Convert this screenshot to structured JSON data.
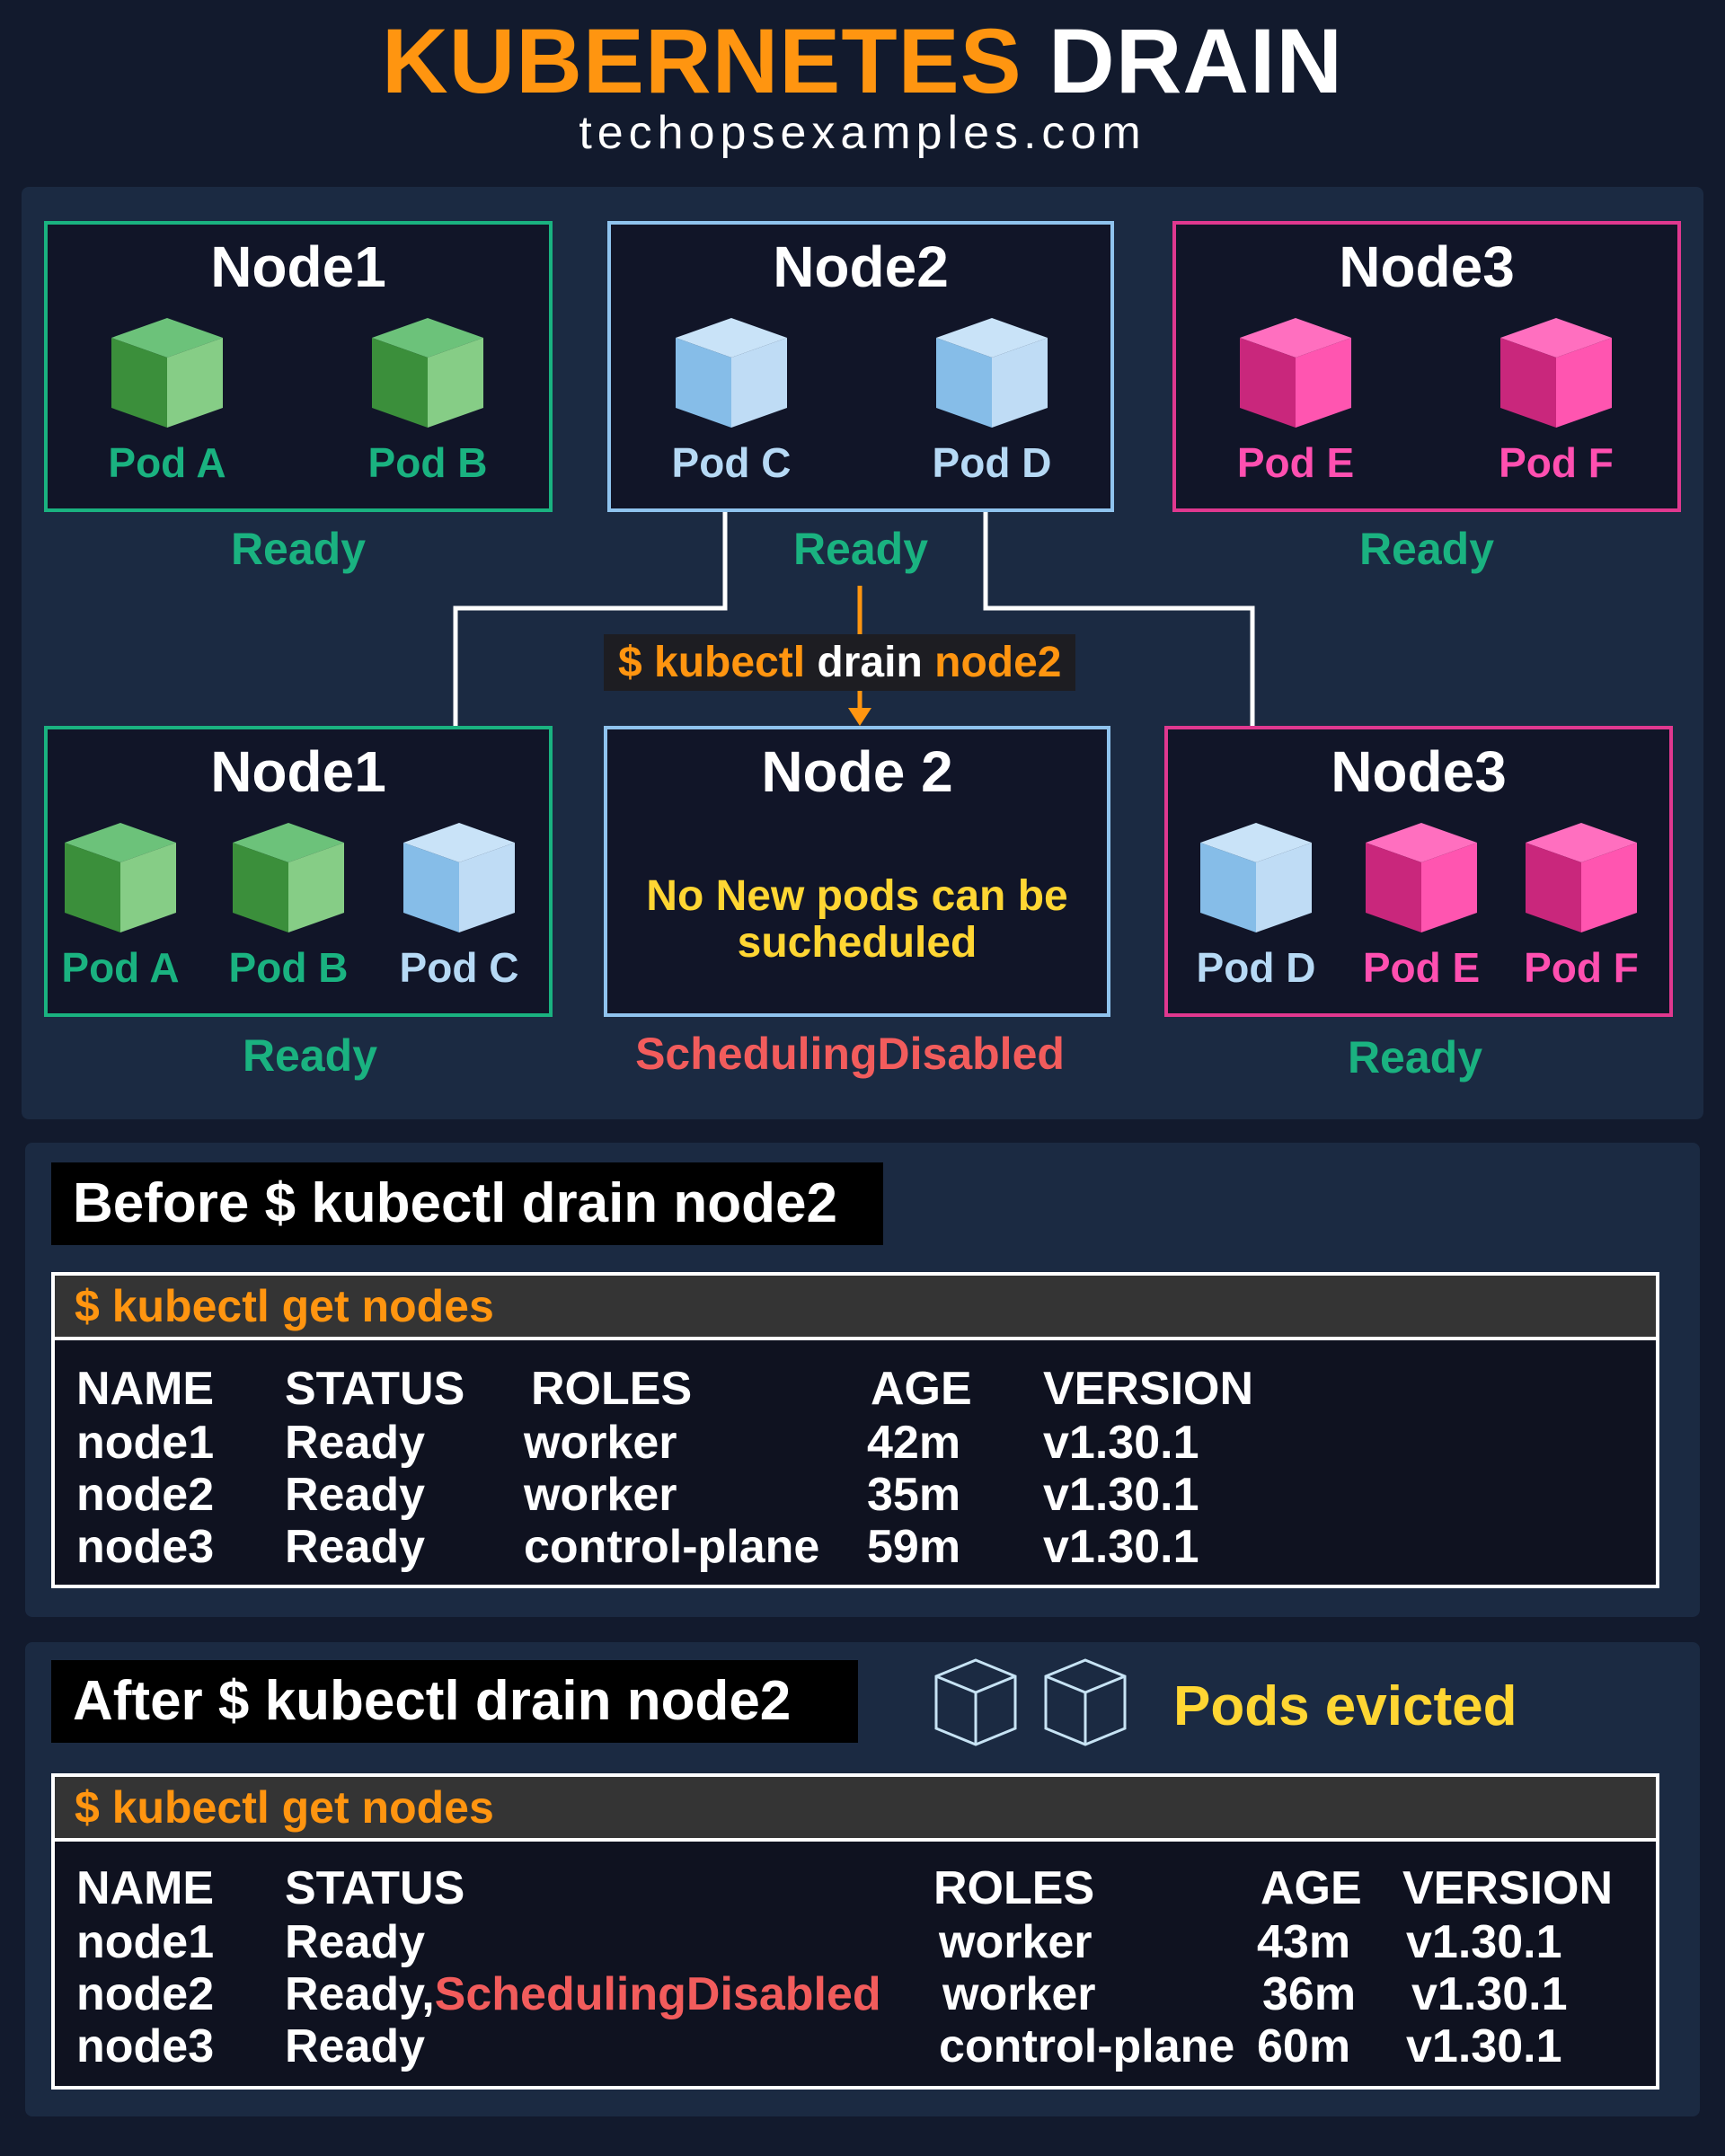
{
  "header": {
    "title_part1": "KUBERNETES",
    "title_part2": "DRAIN",
    "subtitle": "techopsexamples.com"
  },
  "colors": {
    "background": "#121a2d",
    "panel": "#1b2a42",
    "node1": "#1ab280",
    "node2": "#8fc3ee",
    "node3": "#e0388f",
    "accent_orange": "#ff9510",
    "accent_yellow": "#ffd633",
    "alert_red": "#f25c5c"
  },
  "diagram": {
    "top_nodes": [
      {
        "name": "Node1",
        "pods": [
          "Pod A",
          "Pod B"
        ],
        "status": "Ready"
      },
      {
        "name": "Node2",
        "pods": [
          "Pod C",
          "Pod D"
        ],
        "status": "Ready"
      },
      {
        "name": "Node3",
        "pods": [
          "Pod E",
          "Pod F"
        ],
        "status": "Ready"
      }
    ],
    "command": {
      "prefix": "$ kubectl",
      "verb": "drain",
      "target": "node2"
    },
    "bottom_nodes": [
      {
        "name": "Node1",
        "pods": [
          "Pod A",
          "Pod B",
          "Pod C"
        ],
        "status": "Ready"
      },
      {
        "name": "Node 2",
        "message_line1": "No New pods can be",
        "message_line2": "sucheduled",
        "status": "SchedulingDisabled"
      },
      {
        "name": "Node3",
        "pods": [
          "Pod D",
          "Pod E",
          "Pod F"
        ],
        "status": "Ready"
      }
    ],
    "icons": [
      "cube-icon",
      "arrow-icon"
    ]
  },
  "before": {
    "title": "Before $ kubectl drain node2",
    "command": "$ kubectl get nodes",
    "headers": [
      "NAME",
      "STATUS",
      "ROLES",
      "AGE",
      "VERSION"
    ],
    "rows": [
      [
        "node1",
        "Ready",
        "worker",
        "42m",
        "v1.30.1"
      ],
      [
        "node2",
        "Ready",
        "worker",
        "35m",
        "v1.30.1"
      ],
      [
        "node3",
        "Ready",
        "control-plane",
        "59m",
        "v1.30.1"
      ]
    ]
  },
  "after": {
    "title": "After $ kubectl drain node2",
    "evicted_label": "Pods evicted",
    "command": "$ kubectl get nodes",
    "headers": [
      "NAME",
      "STATUS",
      "ROLES",
      "AGE",
      "VERSION"
    ],
    "rows": [
      [
        "node1",
        "Ready",
        "",
        "worker",
        "43m",
        "v1.30.1"
      ],
      [
        "node2",
        "Ready,",
        "SchedulingDisabled",
        "worker",
        "36m",
        "v1.30.1"
      ],
      [
        "node3",
        "Ready",
        "",
        "control-plane",
        "60m",
        "v1.30.1"
      ]
    ]
  }
}
